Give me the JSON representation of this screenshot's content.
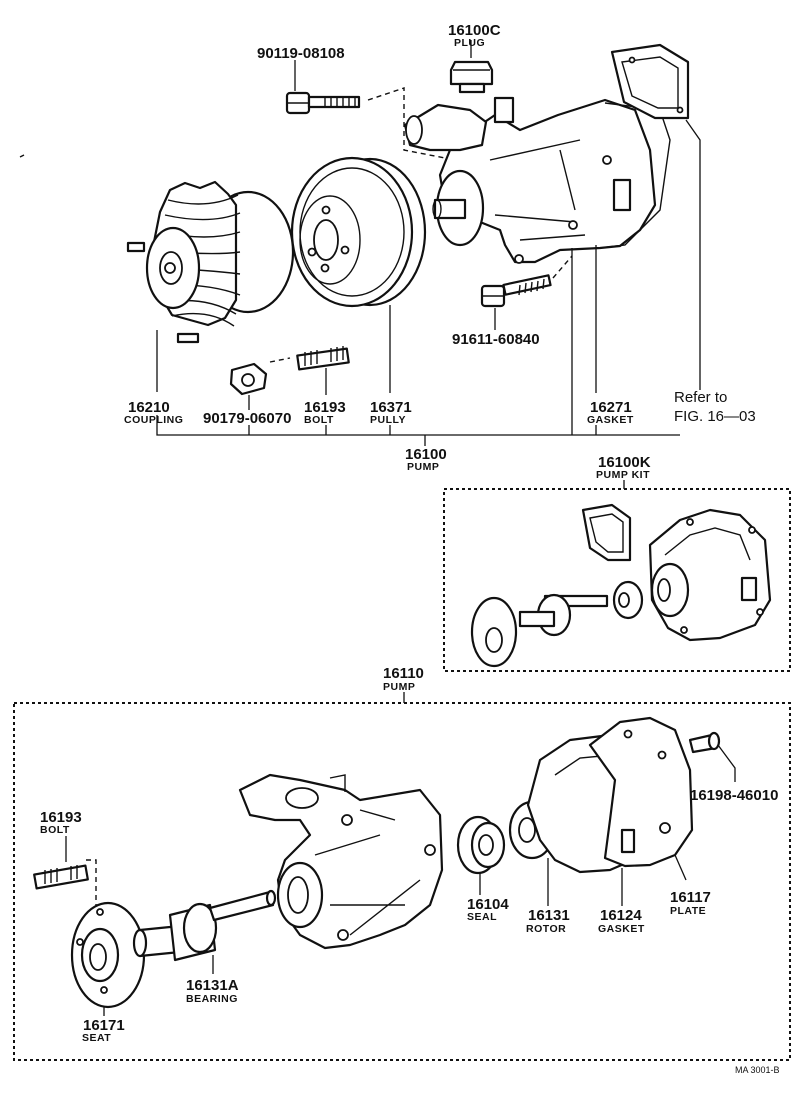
{
  "callouts": {
    "plug": {
      "number": "16100C",
      "name": "PLUG"
    },
    "bolt_top": {
      "number": "90119-08108"
    },
    "bolt_mid": {
      "number": "91611-60840"
    },
    "coupling": {
      "number": "16210",
      "name": "COUPLING"
    },
    "nut": {
      "number": "90179-06070"
    },
    "bolt_stud_top": {
      "number": "16193",
      "name": "BOLT"
    },
    "pulley": {
      "number": "16371",
      "name": "PULLY"
    },
    "gasket_top": {
      "number": "16271",
      "name": "GASKET"
    },
    "refer": {
      "line1": "Refer to",
      "line2": "FIG. 16—03"
    },
    "pump_top": {
      "number": "16100",
      "name": "PUMP"
    },
    "pump_kit": {
      "number": "16100K",
      "name": "PUMP KIT"
    },
    "pump_lower": {
      "number": "16110",
      "name": "PUMP"
    },
    "bolt_stud_lower": {
      "number": "16193",
      "name": "BOLT"
    },
    "screw": {
      "number": "16198-46010"
    },
    "seal": {
      "number": "16104",
      "name": "SEAL"
    },
    "rotor": {
      "number": "16131",
      "name": "ROTOR"
    },
    "gasket_lower": {
      "number": "16124",
      "name": "GASKET"
    },
    "plate": {
      "number": "16117",
      "name": "PLATE"
    },
    "bearing": {
      "number": "16131A",
      "name": "BEARING"
    },
    "seat": {
      "number": "16171",
      "name": "SEAT"
    }
  },
  "footer": {
    "code": "MA 3001-B"
  }
}
